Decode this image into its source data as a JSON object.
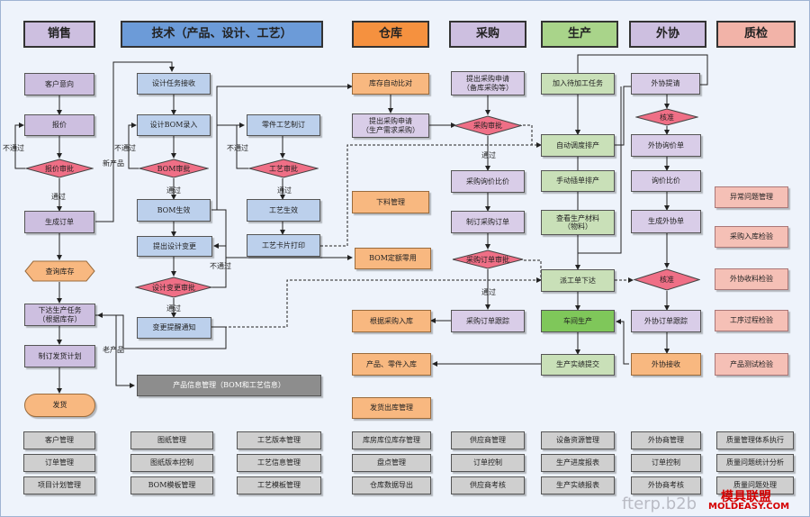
{
  "headers": {
    "sales": "销售",
    "tech": "技术（产品、设计、工艺）",
    "warehouse": "仓库",
    "purchase": "采购",
    "production": "生产",
    "outsource": "外协",
    "quality": "质检"
  },
  "sales": {
    "customer_intent": "客户意向",
    "quote": "报价",
    "quote_review": "报价审批",
    "order": "生成订单",
    "check_stock": "查询库存",
    "issue_task": "下达生产任务\n（根据库存）",
    "ship_plan": "制订发货计划",
    "ship": "发货"
  },
  "tech": {
    "design_task": "设计任务接收",
    "bom_entry": "设计BOM录入",
    "bom_review": "BOM审批",
    "bom_effective": "BOM生效",
    "process_plan": "零件工艺制订",
    "process_review": "工艺审批",
    "process_effective": "工艺生效",
    "process_card": "工艺卡片打印",
    "design_change": "提出设计变更",
    "change_review": "设计变更审批",
    "change_notice": "变更提醒通知",
    "product_info": "产品信息管理（BOM和工艺信息）"
  },
  "warehouse": {
    "stock_compare": "库存自动比对",
    "purchase_request": "提出采购申请\n（生产需求采购）",
    "cut_material": "下料管理",
    "bom_quota": "BOM定额零用",
    "receive_purchase": "根据采购入库",
    "parts_in": "产品、零件入库",
    "ship_out": "发货出库管理"
  },
  "purchase": {
    "request_backup": "提出采购申请\n（备库采购等）",
    "review": "采购审批",
    "inquiry": "采购询价比价",
    "make_order": "制订采购订单",
    "order_review": "采购订单审批",
    "track": "采购订单跟踪"
  },
  "production": {
    "add_task": "加入待加工任务",
    "auto_schedule": "自动调度排产",
    "manual_insert": "手动插单排产",
    "view_material": "查看生产材料\n（物料）",
    "dispatch": "派工单下达",
    "workshop": "车间生产",
    "submit": "生产实绩提交"
  },
  "outsource": {
    "request": "外协提请",
    "approve": "核准",
    "inquiry_sheet": "外协询价单",
    "compare": "询价比价",
    "make_order": "生成外协单",
    "approve2": "核准",
    "track": "外协订单跟踪",
    "receive": "外协接收"
  },
  "quality": {
    "exception": "异常问题管理",
    "purchase_check": "采购入库检验",
    "outsource_check": "外协收料检验",
    "process_check": "工序过程检验",
    "product_test": "产品测试检验"
  },
  "labels": {
    "not_pass": "不通过",
    "pass": "通过",
    "new_product": "新产品",
    "old_product": "老产品"
  },
  "modules": {
    "sales": [
      "客户管理",
      "订单管理",
      "项目计划管理"
    ],
    "tech_a": [
      "图纸管理",
      "图纸版本控制",
      "BOM模板管理"
    ],
    "tech_b": [
      "工艺版本管理",
      "工艺信息管理",
      "工艺模板管理"
    ],
    "warehouse": [
      "库房库位库存管理",
      "盘点管理",
      "仓库数据导出"
    ],
    "purchase": [
      "供应商管理",
      "订单控制",
      "供应商考核"
    ],
    "production": [
      "设备资源管理",
      "生产进度报表",
      "生产实绩报表"
    ],
    "outsource": [
      "外协商管理",
      "订单控制",
      "外协商考核"
    ],
    "quality": [
      "质量管理体系执行",
      "质量问题统计分析",
      "质量问题处理"
    ]
  },
  "watermark": {
    "logo": "模具联盟",
    "site": "MOLDEASY.COM",
    "url": "fterp.b2b"
  },
  "colors": {
    "header_lavender": "#cdbfe0",
    "header_blue": "#6c9bd8",
    "header_orange": "#f5913f",
    "header_green": "#a9d48a",
    "header_pink": "#f2b3a8",
    "decision_pink": "#ef6f86",
    "accent_red": "#d40000"
  }
}
